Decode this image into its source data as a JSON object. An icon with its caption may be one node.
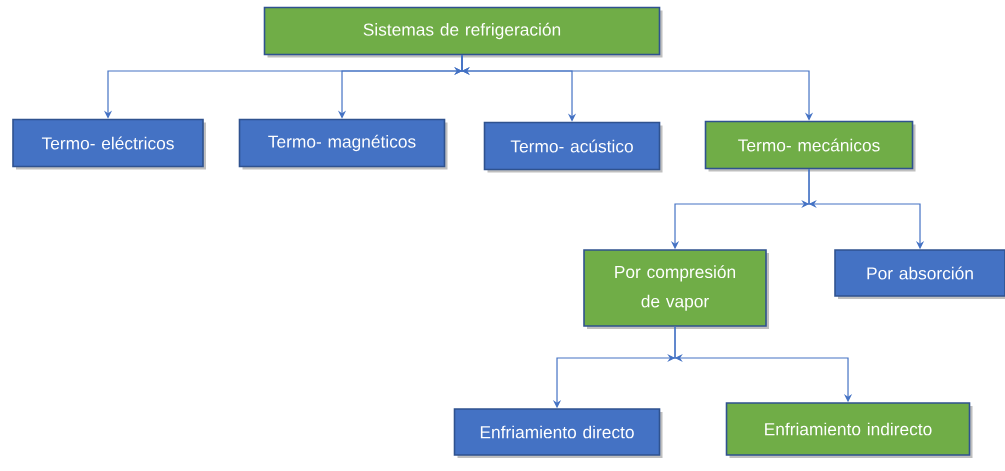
{
  "diagram": {
    "nodes": [
      {
        "text": [
          "Sistemas de refrigeración"
        ]
      },
      {
        "text": [
          "Termo- eléctricos"
        ]
      },
      {
        "text": [
          "Termo- magnéticos"
        ]
      },
      {
        "text": [
          "Termo- acústico"
        ]
      },
      {
        "text": [
          "Termo- mecánicos"
        ]
      },
      {
        "text": [
          "Por compresión de vapor"
        ]
      },
      {
        "text": [
          "Por absorción"
        ]
      },
      {
        "text": [
          "Enfriamiento directo"
        ]
      },
      {
        "text": [
          "Enfriamiento indirecto"
        ]
      }
    ],
    "edges": [
      {
        "from": 0,
        "to": 1,
        "arrow": "to"
      },
      {
        "from": 0,
        "to": 2,
        "arrow": "to"
      },
      {
        "from": 0,
        "to": 3,
        "arrow": "to"
      },
      {
        "from": 0,
        "to": 4,
        "arrow": "to"
      },
      {
        "from": 4,
        "to": 5,
        "arrow": "to"
      },
      {
        "from": 4,
        "to": 6,
        "arrow": "to"
      },
      {
        "from": 5,
        "to": 7,
        "arrow": "to"
      },
      {
        "from": 5,
        "to": 8,
        "arrow": "to"
      }
    ]
  }
}
